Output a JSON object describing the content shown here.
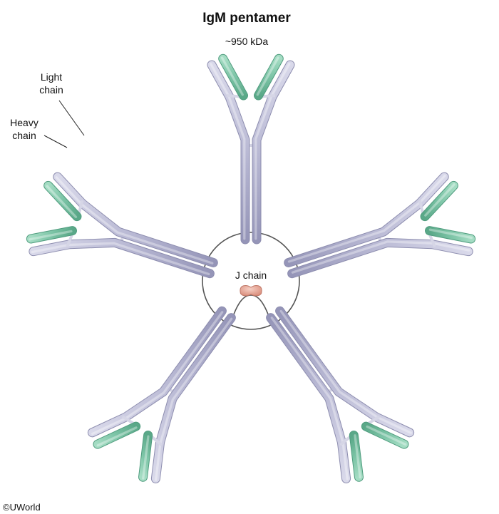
{
  "title": "IgM pentamer",
  "subtitle": "~950 kDa",
  "labels": {
    "light_chain_line1": "Light",
    "light_chain_line2": "chain",
    "heavy_chain_line1": "Heavy",
    "heavy_chain_line2": "chain",
    "j_chain": "J chain"
  },
  "copyright": "©UWorld",
  "colors": {
    "heavy_chain": "#b9b9d4",
    "heavy_chain_edge": "#8d8daf",
    "light_chain": "#7cc4a6",
    "light_chain_edge": "#4f9c7e",
    "j_chain": "#e8a99b",
    "j_chain_edge": "#c07868",
    "disulfide": "#d6d6e6",
    "ring": "#555555"
  },
  "structure": {
    "monomer_count": 5
  }
}
